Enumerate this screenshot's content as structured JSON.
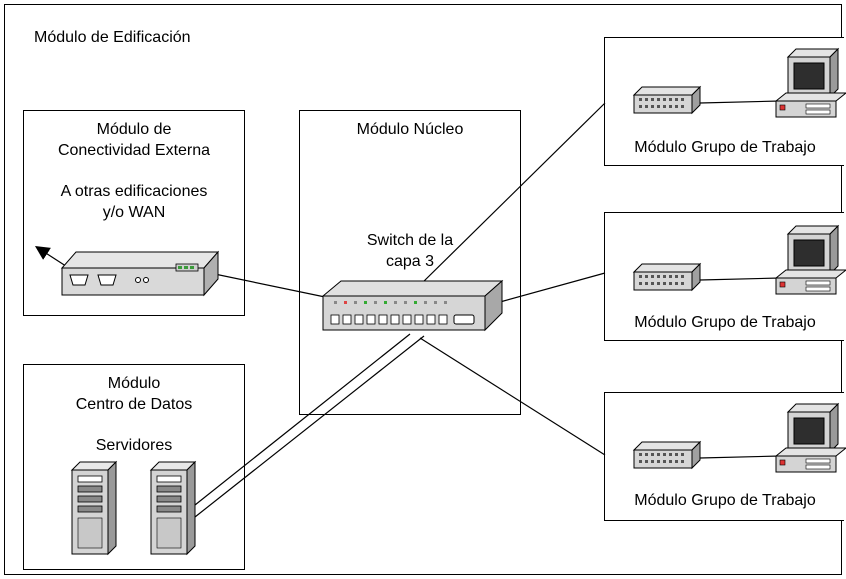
{
  "diagram": {
    "title": "Módulo de Edificación",
    "external_module": {
      "title_line1": "Módulo de",
      "title_line2": "Conectividad Externa",
      "desc_line1": "A otras edificaciones",
      "desc_line2": "y/o WAN"
    },
    "core_module": {
      "title": "Módulo Núcleo",
      "switch_line1": "Switch de la",
      "switch_line2": "capa 3"
    },
    "datacenter_module": {
      "title_line1": "Módulo",
      "title_line2": "Centro de Datos",
      "servers_label": "Servidores"
    },
    "workgroups": [
      {
        "label": "Módulo Grupo de Trabajo"
      },
      {
        "label": "Módulo Grupo de Trabajo"
      },
      {
        "label": "Módulo Grupo de Trabajo"
      }
    ]
  }
}
